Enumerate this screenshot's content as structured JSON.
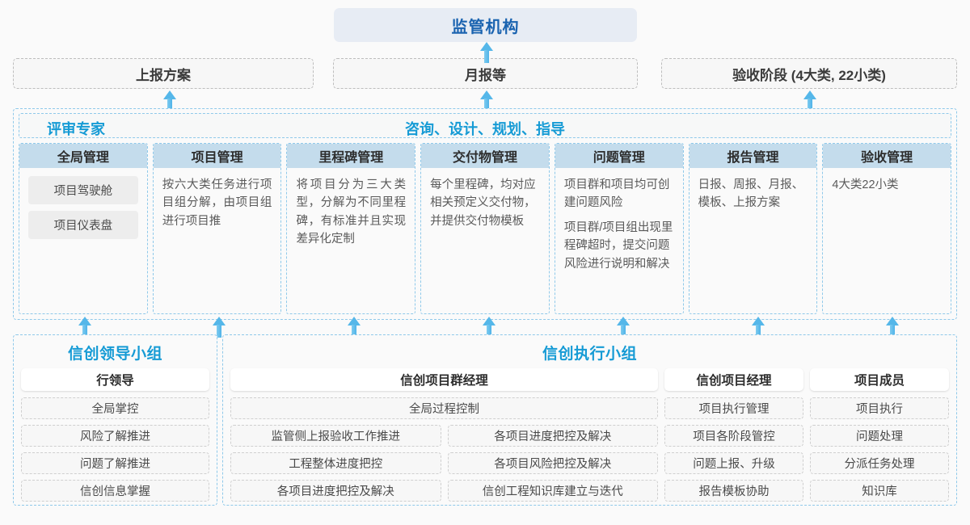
{
  "top": {
    "title": "监管机构"
  },
  "reports": [
    {
      "label": "上报方案"
    },
    {
      "label": "月报等"
    },
    {
      "label": "验收阶段 (4大类, 22小类)"
    }
  ],
  "middle": {
    "left_label": "评审专家",
    "center_label": "咨询、设计、规划、指导",
    "columns": [
      {
        "header": "全局管理",
        "chips": [
          "项目驾驶舱",
          "项目仪表盘"
        ],
        "paragraphs": []
      },
      {
        "header": "项目管理",
        "chips": [],
        "paragraphs": [
          "按六大类任务进行项目组分解，由项目组进行项目推"
        ]
      },
      {
        "header": "里程碑管理",
        "chips": [],
        "paragraphs": [
          "将项目分为三大类型，分解为不同里程碑，有标准并且实现差异化定制"
        ]
      },
      {
        "header": "交付物管理",
        "chips": [],
        "paragraphs": [
          "每个里程碑，均对应相关预定义交付物，并提供交付物模板"
        ]
      },
      {
        "header": "问题管理",
        "chips": [],
        "paragraphs": [
          "项目群和项目均可创建问题风险",
          "项目群/项目组出现里程碑超时，提交问题风险进行说明和解决"
        ]
      },
      {
        "header": "报告管理",
        "chips": [],
        "paragraphs": [
          "日报、周报、月报、模板、上报方案"
        ]
      },
      {
        "header": "验收管理",
        "chips": [],
        "paragraphs": [
          "4大类22小类"
        ]
      }
    ]
  },
  "bottom": {
    "leader_group": {
      "title": "信创领导小组",
      "role": "行领导",
      "tasks": [
        "全局掌控",
        "风险了解推进",
        "问题了解推进",
        "信创信息掌握"
      ]
    },
    "exec_group": {
      "title": "信创执行小组",
      "program_manager": {
        "role": "信创项目群经理",
        "full_task": "全局过程控制",
        "left_tasks": [
          "监管侧上报验收工作推进",
          "工程整体进度把控",
          "各项目进度把控及解决"
        ],
        "right_tasks": [
          "各项目进度把控及解决",
          "各项目风险把控及解决",
          "信创工程知识库建立与迭代"
        ]
      },
      "project_manager": {
        "role": "信创项目经理",
        "tasks": [
          "项目执行管理",
          "项目各阶段管控",
          "问题上报、升级",
          "报告模板协助"
        ]
      },
      "member": {
        "role": "项目成员",
        "tasks": [
          "项目执行",
          "问题处理",
          "分派任务处理",
          "知识库"
        ]
      }
    }
  },
  "colors": {
    "accent": "#169bd5",
    "top_box_bg": "#e7ecf4",
    "col_head_bg": "#c4dcec",
    "arrow": "#55b7e9",
    "title_blue": "#1a63b0"
  }
}
